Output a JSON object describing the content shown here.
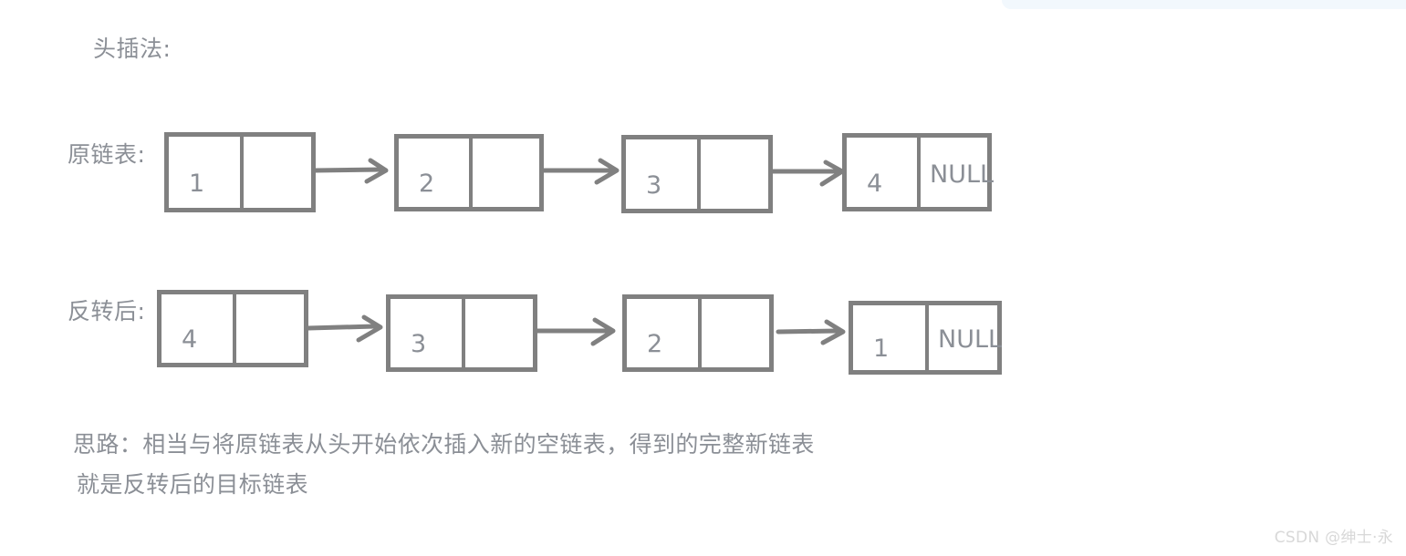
{
  "heading": "头插法:",
  "colors": {
    "stroke": "#808080",
    "text": "#8b8f96",
    "background": "#ffffff",
    "top_strip": "#f2f8fd",
    "watermark": "#d8d8d8"
  },
  "rows": [
    {
      "label": "原链表:",
      "nodes": [
        {
          "data": "1",
          "next": ""
        },
        {
          "data": "2",
          "next": ""
        },
        {
          "data": "3",
          "next": ""
        },
        {
          "data": "4",
          "next": "NULL"
        }
      ],
      "arrows": 3
    },
    {
      "label": "反转后:",
      "nodes": [
        {
          "data": "4",
          "next": ""
        },
        {
          "data": "3",
          "next": ""
        },
        {
          "data": "2",
          "next": ""
        },
        {
          "data": "1",
          "next": "NULL"
        }
      ],
      "arrows": 3
    }
  ],
  "note": {
    "line1": "思路：相当与将原链表从头开始依次插入新的空链表，得到的完整新链表",
    "line2": "就是反转后的目标链表"
  },
  "watermark": "CSDN @绅士·永"
}
